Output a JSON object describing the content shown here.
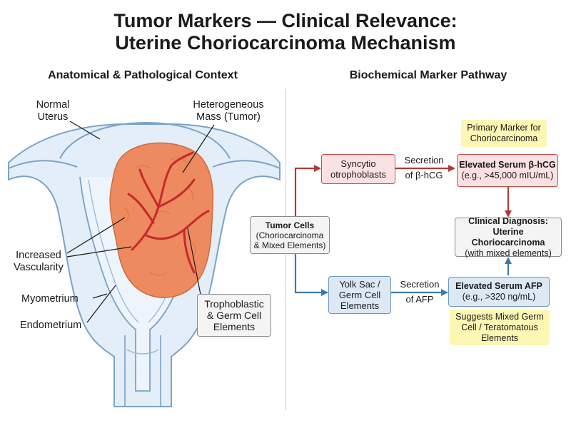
{
  "title": {
    "line1": "Tumor Markers — Clinical Relevance:",
    "line2": "Uterine Choriocarcinoma Mechanism"
  },
  "left_panel": {
    "heading": "Anatomical & Pathological Context",
    "labels": {
      "normal_uterus_1": "Normal",
      "normal_uterus_2": "Uterus",
      "mass_1": "Heterogeneous",
      "mass_2": "Mass (Tumor)",
      "vascularity_1": "Increased",
      "vascularity_2": "Vascularity",
      "myometrium": "Myometrium",
      "endometrium": "Endometrium"
    },
    "tropho_box": {
      "line1": "Trophoblastic",
      "line2": "& Germ Cell",
      "line3": "Elements"
    }
  },
  "right_panel": {
    "heading": "Biochemical Marker Pathway",
    "tumor_cells": {
      "title": "Tumor Cells",
      "line2": "(Choriocarcinoma",
      "line3": "& Mixed Elements)"
    },
    "syncytio": {
      "line1": "Syncytio",
      "line2": "otrophoblasts"
    },
    "yolk_sac": {
      "line1": "Yolk Sac /",
      "line2": "Germ Cell",
      "line3": "Elements"
    },
    "secretion_hcg": {
      "line1": "Secretion",
      "line2": "of β-hCG"
    },
    "secretion_afp": {
      "line1": "Secretion",
      "line2": "of AFP"
    },
    "hcg_box": {
      "title": "Elevated Serum β-hCG",
      "detail": "(e.g., >45,000 mIU/mL)"
    },
    "afp_box": {
      "title": "Elevated Serum AFP",
      "detail": "(e.g., >320 ng/mL)"
    },
    "diagnosis": {
      "title1": "Clinical Diagnosis:",
      "title2": "Uterine Choriocarcinoma",
      "detail": "(with mixed elements)"
    },
    "primary_note": {
      "line1": "Primary Marker for",
      "line2": "Choriocarcinoma"
    },
    "mixed_note": {
      "line1": "Suggests Mixed Germ",
      "line2": "Cell / Teratomatous",
      "line3": "Elements"
    }
  },
  "colors": {
    "red_arrow": "#b23a36",
    "blue_arrow": "#3f79ab",
    "tumor_fill": "#ee8a5f",
    "vessel": "#c9272d",
    "uterus_outline": "#7aa3c7",
    "uterus_fill": "#e3eef8",
    "note_yellow": "#fdf7b4"
  }
}
